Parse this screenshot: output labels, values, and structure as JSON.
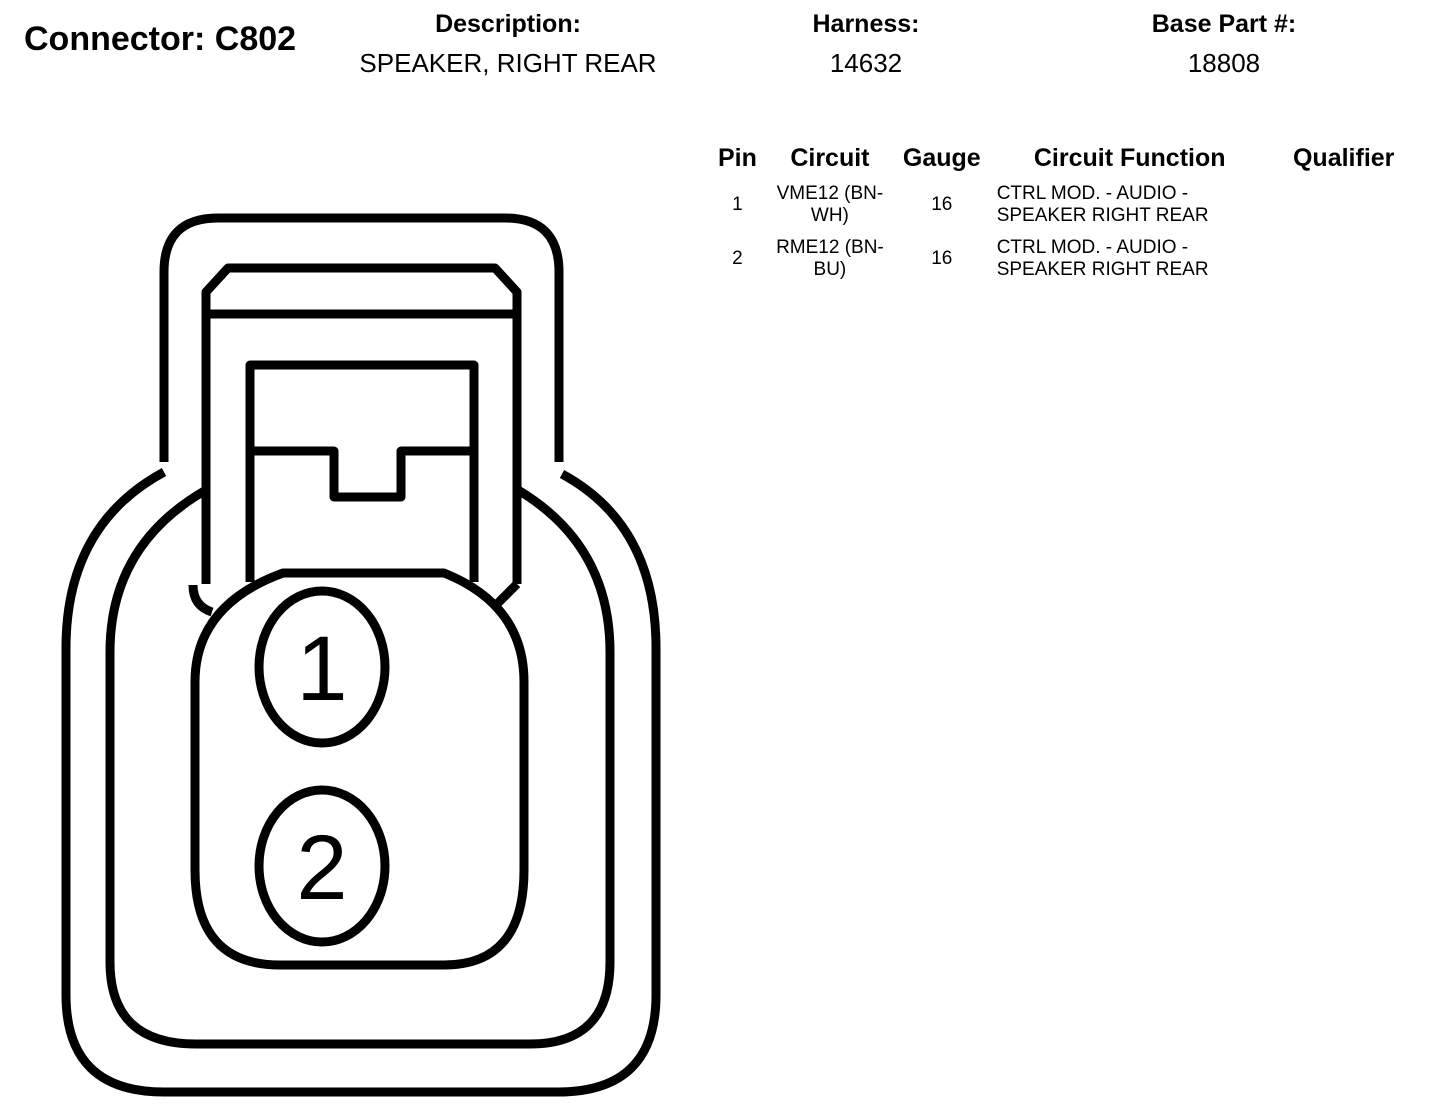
{
  "header": {
    "connector": "Connector: C802",
    "description_label": "Description:",
    "description_value": "SPEAKER, RIGHT REAR",
    "harness_label": "Harness:",
    "harness_value": "14632",
    "base_part_label": "Base Part #:",
    "base_part_value": "18808"
  },
  "table": {
    "headers": {
      "pin": "Pin",
      "circuit": "Circuit",
      "gauge": "Gauge",
      "function": "Circuit Function",
      "qualifier": "Qualifier"
    },
    "rows": [
      {
        "pin": "1",
        "circuit": "VME12 (BN-WH)",
        "gauge": "16",
        "function": "CTRL MOD. - AUDIO - SPEAKER RIGHT REAR",
        "qualifier": ""
      },
      {
        "pin": "2",
        "circuit": "RME12 (BN-BU)",
        "gauge": "16",
        "function": "CTRL MOD. - AUDIO - SPEAKER RIGHT REAR",
        "qualifier": ""
      }
    ]
  },
  "diagram": {
    "pins": [
      "1",
      "2"
    ],
    "line_color": "#000000",
    "background_color": "#ffffff"
  }
}
